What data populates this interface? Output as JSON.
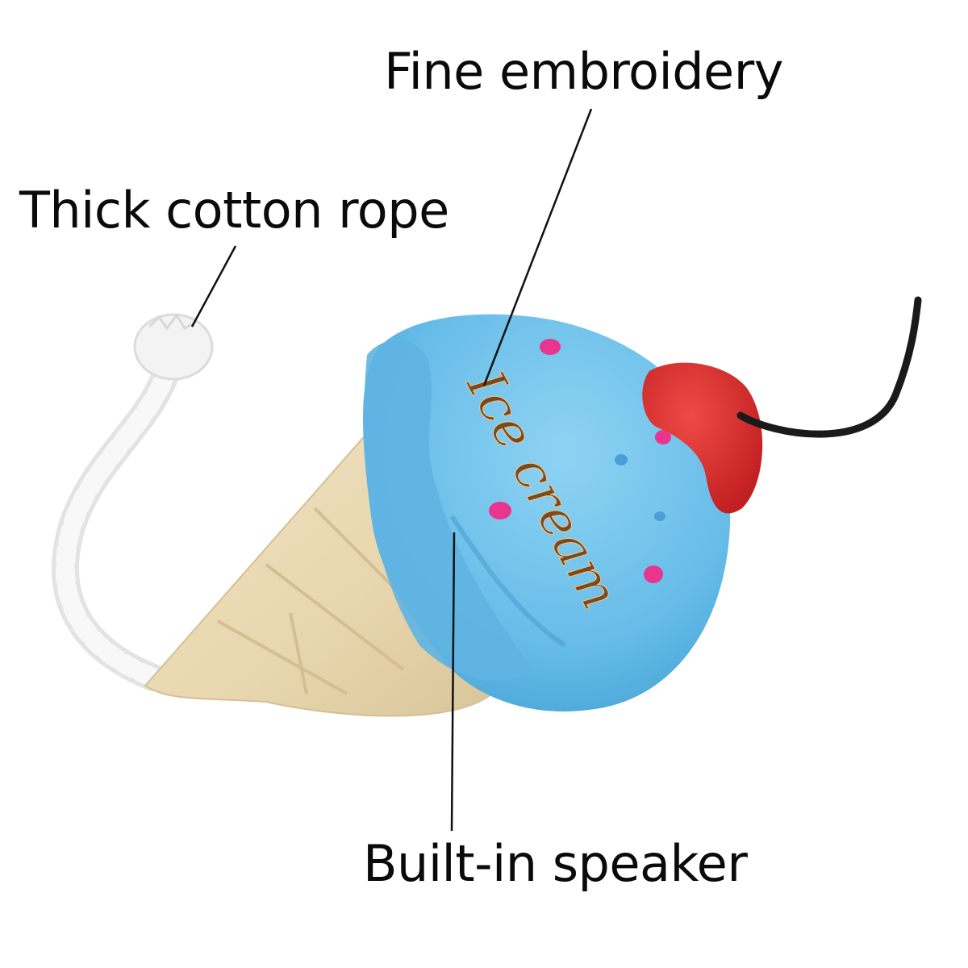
{
  "callouts": {
    "embroidery": "Fine embroidery",
    "rope": "Thick cotton rope",
    "speaker": "Built-in speaker"
  },
  "product": {
    "embroidered_text": "Ice cream"
  },
  "colors": {
    "scoop": "#6fc3ec",
    "cone": "#ecdcb8",
    "cherry": "#d6292b",
    "rope": "#f4f4f4",
    "string": "#1a1a1a",
    "dots": "#e8368f",
    "embroidery_thread": "#7a4a1e"
  }
}
